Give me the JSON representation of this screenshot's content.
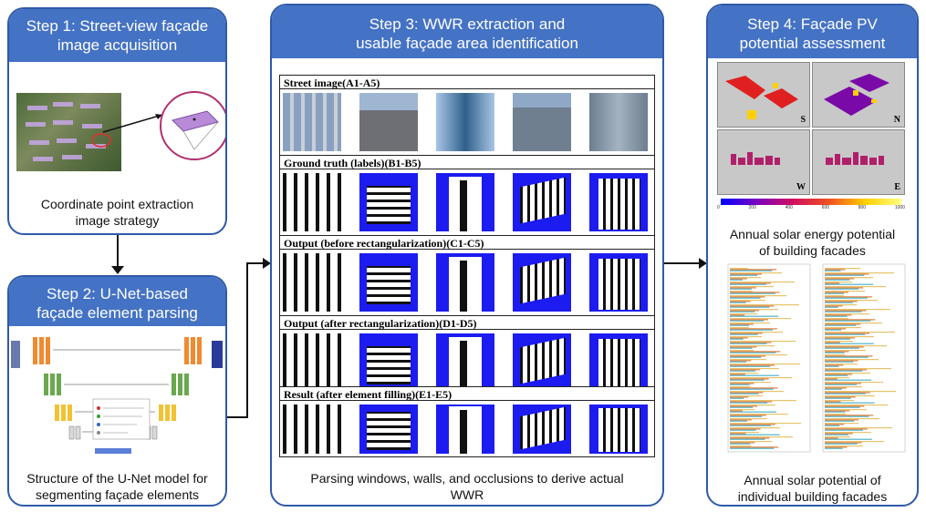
{
  "step1": {
    "title_line1": "Step 1: Street-view façade",
    "title_line2": "image acquisition",
    "caption_line1": "Coordinate point extraction",
    "caption_line2": "image strategy"
  },
  "step2": {
    "title_line1": "Step 2: U-Net-based",
    "title_line2": "façade element parsing",
    "caption_line1": "Structure of the U-Net model for",
    "caption_line2": "segmenting façade elements"
  },
  "step3": {
    "title_line1": "Step 3: WWR extraction and",
    "title_line2": "usable façade area identification",
    "rows": [
      {
        "label": "Street image(A1-A5)"
      },
      {
        "label": "Ground truth (labels)(B1-B5)"
      },
      {
        "label": "Output (before rectangularization)(C1-C5)"
      },
      {
        "label": "Output (after rectangularization)(D1-D5)"
      },
      {
        "label": "Result (after element filling)(E1-E5)"
      }
    ],
    "caption_line1": "Parsing windows, walls, and occlusions to derive actual",
    "caption_line2": "WWR"
  },
  "step4": {
    "title_line1": "Step 4: Façade PV",
    "title_line2": "potential assessment",
    "map_labels": [
      "S",
      "N",
      "W",
      "E"
    ],
    "colorbar_ticks": [
      "0",
      "200",
      "400",
      "600",
      "800",
      "1000"
    ],
    "caption1_line1": "Annual solar energy potential",
    "caption1_line2": "of building facades",
    "caption2_line1": "Annual solar potential of",
    "caption2_line2": "individual building facades"
  },
  "colors": {
    "header": "#4472c4",
    "border": "#2f5aa8",
    "mask_blue": "#1c1cf0"
  }
}
